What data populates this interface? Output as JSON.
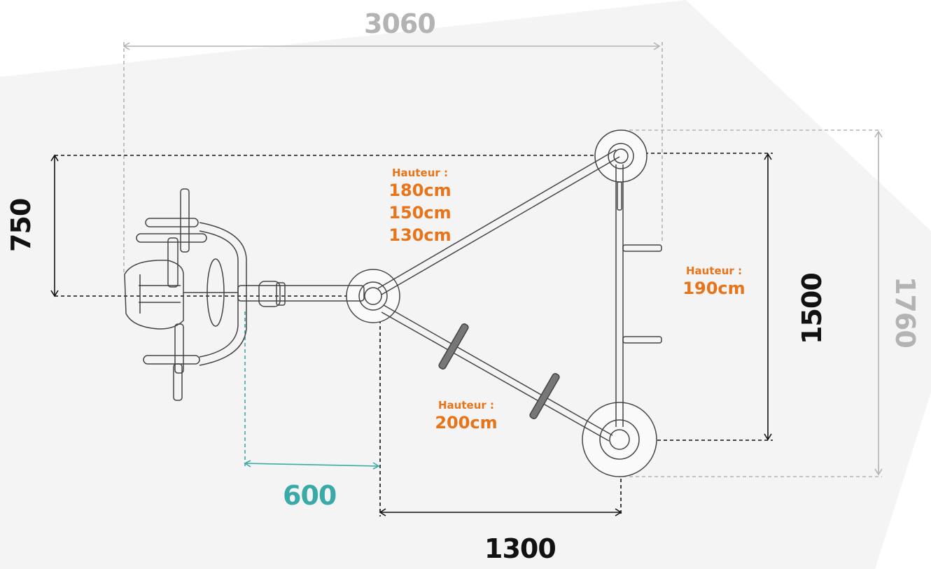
{
  "dimensions": {
    "overall_width": "3060",
    "overall_depth": "1760",
    "left_offset": "750",
    "triangle_depth": "1500",
    "base_width": "1300",
    "offset_600": "600"
  },
  "heights": {
    "top_bar": {
      "label": "Hauteur :",
      "values": [
        "180cm",
        "150cm",
        "130cm"
      ]
    },
    "right_bar": {
      "label": "Hauteur :",
      "value": "190cm"
    },
    "bottom_bar": {
      "label": "Hauteur :",
      "value": "200cm"
    }
  },
  "colors": {
    "grey_dim": "#b3b3b3",
    "black_dim": "#111111",
    "teal_dim": "#3aaaa8",
    "orange_text": "#e8741a",
    "equipment_outline": "#444444",
    "background_shade": "#f2f2f2"
  }
}
